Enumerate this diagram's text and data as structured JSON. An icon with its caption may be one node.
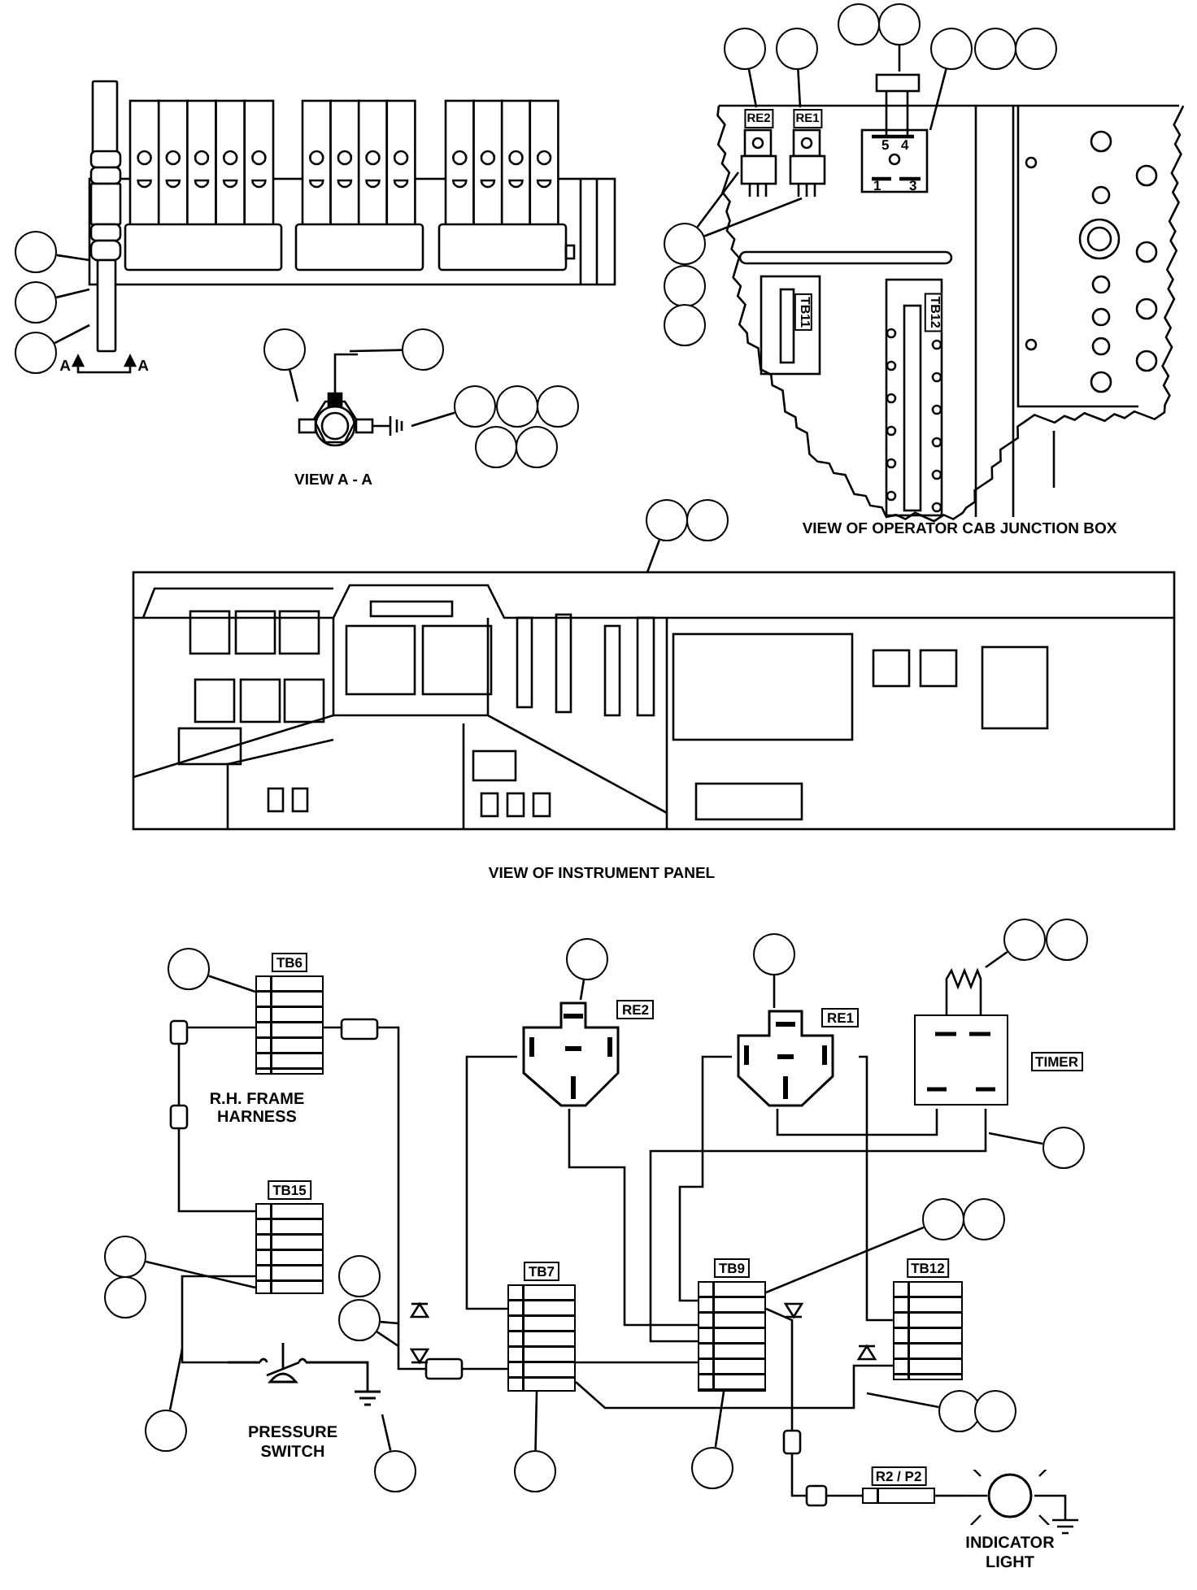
{
  "diagram": {
    "nodes": [
      {
        "text": [],
        "shape": "circle"
      },
      {
        "text": [],
        "shape": "circle"
      },
      {
        "text": [],
        "shape": "circle"
      },
      {
        "text": [],
        "shape": "circle"
      },
      {
        "text": [],
        "shape": "circle"
      },
      {
        "text": [],
        "shape": "circle"
      },
      {
        "text": [],
        "shape": "circle"
      },
      {
        "text": [],
        "shape": "circle"
      },
      {
        "text": [],
        "shape": "circle"
      },
      {
        "text": [],
        "shape": "circle"
      },
      {
        "text": [],
        "shape": "circle"
      },
      {
        "text": [],
        "shape": "circle"
      },
      {
        "text": [],
        "shape": "circle"
      },
      {
        "text": [],
        "shape": "circle"
      },
      {
        "text": [],
        "shape": "circle"
      },
      {
        "text": [],
        "shape": "circle"
      },
      {
        "text": [],
        "shape": "circle"
      },
      {
        "text": [],
        "shape": "circle"
      },
      {
        "text": [],
        "shape": "circle"
      },
      {
        "text": [],
        "shape": "circle"
      },
      {
        "text": [],
        "shape": "circle"
      },
      {
        "text": [],
        "shape": "circle"
      },
      {
        "text": [
          "TB6"
        ]
      },
      {
        "text": [
          "TB15"
        ]
      },
      {
        "text": [
          "RE2"
        ]
      },
      {
        "text": [
          "RE1"
        ]
      },
      {
        "text": [
          "TIMER"
        ]
      },
      {
        "text": [
          "TB7"
        ]
      },
      {
        "text": [
          "TB9"
        ]
      },
      {
        "text": [
          "TB12"
        ]
      },
      {
        "text": [
          "PRESSURE SWITCH"
        ]
      },
      {
        "text": [
          "R2 / P2"
        ]
      },
      {
        "text": [
          "INDICATOR LIGHT"
        ]
      },
      {
        "text": [],
        "shape": "circle"
      },
      {
        "text": [],
        "shape": "circle"
      },
      {
        "text": [],
        "shape": "circle"
      },
      {
        "text": [],
        "shape": "circle"
      },
      {
        "text": [],
        "shape": "circle"
      },
      {
        "text": [],
        "shape": "circle"
      },
      {
        "text": [],
        "shape": "circle"
      },
      {
        "text": [],
        "shape": "circle"
      },
      {
        "text": [],
        "shape": "circle"
      },
      {
        "text": [],
        "shape": "circle"
      },
      {
        "text": [],
        "shape": "circle"
      },
      {
        "text": [],
        "shape": "circle"
      },
      {
        "text": [],
        "shape": "circle"
      },
      {
        "text": [],
        "shape": "circle"
      },
      {
        "text": [],
        "shape": "circle"
      },
      {
        "text": [],
        "shape": "circle"
      },
      {
        "text": [],
        "shape": "circle"
      },
      {
        "text": [],
        "shape": "circle"
      },
      {
        "text": [],
        "shape": "picture"
      },
      {
        "text": [],
        "shape": "picture"
      },
      {
        "text": [],
        "shape": "picture"
      },
      {
        "text": [
          "RE2"
        ],
        "in": 53
      },
      {
        "text": [
          "RE1"
        ],
        "in": 53
      },
      {
        "text": [
          "5",
          "4",
          "1",
          "3"
        ],
        "in": 53
      },
      {
        "text": [],
        "shape": "picture"
      }
    ],
    "edges": [
      {
        "from": 0,
        "to": 51,
        "arrow": "none"
      },
      {
        "from": 1,
        "to": 51,
        "arrow": "none"
      },
      {
        "from": 2,
        "to": 51,
        "arrow": "none"
      },
      {
        "from": 3,
        "to": 52,
        "arrow": "none"
      },
      {
        "from": 4,
        "to": 52,
        "arrow": "none"
      },
      {
        "from": 5,
        "to": 52,
        "arrow": "none"
      },
      {
        "from": 10,
        "to": 54,
        "arrow": "none"
      },
      {
        "from": 11,
        "to": 55,
        "arrow": "none"
      },
      {
        "from": 13,
        "to": 56,
        "arrow": "none"
      },
      {
        "from": 14,
        "to": 56,
        "arrow": "none"
      },
      {
        "from": 17,
        "to": 54,
        "arrow": "none"
      },
      {
        "from": 17,
        "to": 55,
        "arrow": "none"
      },
      {
        "from": 20,
        "to": 57,
        "arrow": "none"
      },
      {
        "from": 33,
        "to": 22,
        "arrow": "none"
      },
      {
        "from": 34,
        "to": 24,
        "arrow": "none"
      },
      {
        "from": 35,
        "to": 25,
        "arrow": "none"
      },
      {
        "from": 36,
        "to": 26,
        "arrow": "none"
      },
      {
        "from": 38,
        "to": null,
        "arrow": "none"
      },
      {
        "from": 39,
        "to": 28,
        "arrow": "none"
      },
      {
        "from": 41,
        "to": 23,
        "arrow": "none"
      },
      {
        "from": 44,
        "to": null,
        "arrow": "none"
      },
      {
        "from": 44,
        "to": null,
        "arrow": "none"
      },
      {
        "from": 45,
        "to": null,
        "arrow": "none"
      },
      {
        "from": 46,
        "to": 30,
        "arrow": "none"
      },
      {
        "from": 47,
        "to": 27,
        "arrow": "none"
      },
      {
        "from": 48,
        "to": 28,
        "arrow": "none"
      },
      {
        "from": 49,
        "to": null,
        "arrow": "none"
      },
      {
        "from": 22,
        "to": 23,
        "arrow": "none"
      },
      {
        "from": 22,
        "to": 27,
        "arrow": "none"
      },
      {
        "from": 23,
        "to": 30,
        "arrow": "none"
      },
      {
        "from": 24,
        "to": 27,
        "arrow": "none"
      },
      {
        "from": 24,
        "to": 28,
        "arrow": "none"
      },
      {
        "from": 25,
        "to": 28,
        "arrow": "none"
      },
      {
        "from": 25,
        "to": 29,
        "arrow": "none"
      },
      {
        "from": 26,
        "to": 25,
        "arrow": "none"
      },
      {
        "from": 26,
        "to": 28,
        "arrow": "none"
      },
      {
        "from": 27,
        "to": 28,
        "arrow": "none"
      },
      {
        "from": 28,
        "to": 31,
        "arrow": "none"
      },
      {
        "from": 31,
        "to": 32,
        "arrow": "none"
      },
      {
        "from": 27,
        "to": 29,
        "arrow": "none"
      }
    ],
    "labels": [
      "A",
      "A",
      "VIEW A - A",
      "TB11",
      "TB12",
      "VIEW OF OPERATOR CAB JUNCTION BOX",
      "VIEW OF INSTRUMENT PANEL",
      "R.H. FRAME HARNESS"
    ]
  }
}
